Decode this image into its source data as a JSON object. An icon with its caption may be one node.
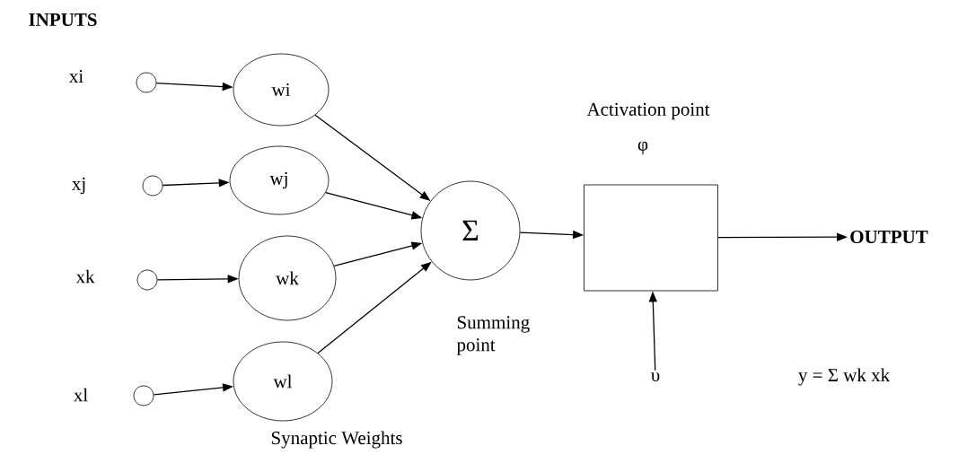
{
  "diagram": {
    "nodes": [
      {
        "text": [],
        "shape": "circle",
        "beside": [
          "xi"
        ]
      },
      {
        "text": [],
        "shape": "circle",
        "beside": [
          "xj"
        ]
      },
      {
        "text": [],
        "shape": "circle",
        "beside": [
          "xk"
        ]
      },
      {
        "text": [],
        "shape": "circle",
        "beside": [
          "xl"
        ]
      },
      {
        "text": [
          "wi"
        ]
      },
      {
        "text": [
          "wj"
        ]
      },
      {
        "text": [
          "wk"
        ]
      },
      {
        "text": [
          "wl"
        ]
      },
      {
        "text": [
          "Σ"
        ],
        "beside": [
          "Summing point"
        ]
      },
      {
        "text": [],
        "shape": "box",
        "beside": [
          "Activation point",
          "φ"
        ]
      },
      {
        "text": [
          "OUTPUT"
        ]
      },
      {
        "text": [
          "υ"
        ]
      }
    ],
    "edges": [
      {
        "from": 0,
        "to": 4,
        "arrow": "to"
      },
      {
        "from": 1,
        "to": 5,
        "arrow": "to"
      },
      {
        "from": 2,
        "to": 6,
        "arrow": "to"
      },
      {
        "from": 3,
        "to": 7,
        "arrow": "to"
      },
      {
        "from": 4,
        "to": 8,
        "arrow": "to"
      },
      {
        "from": 5,
        "to": 8,
        "arrow": "to"
      },
      {
        "from": 6,
        "to": 8,
        "arrow": "to"
      },
      {
        "from": 7,
        "to": 8,
        "arrow": "to"
      },
      {
        "from": 8,
        "to": 9,
        "arrow": "to"
      },
      {
        "from": 9,
        "to": 10,
        "arrow": "to"
      },
      {
        "from": 11,
        "to": 9,
        "arrow": "to"
      }
    ],
    "labels": [
      "INPUTS",
      "Synaptic Weights",
      "y = Σ wk xk"
    ]
  }
}
